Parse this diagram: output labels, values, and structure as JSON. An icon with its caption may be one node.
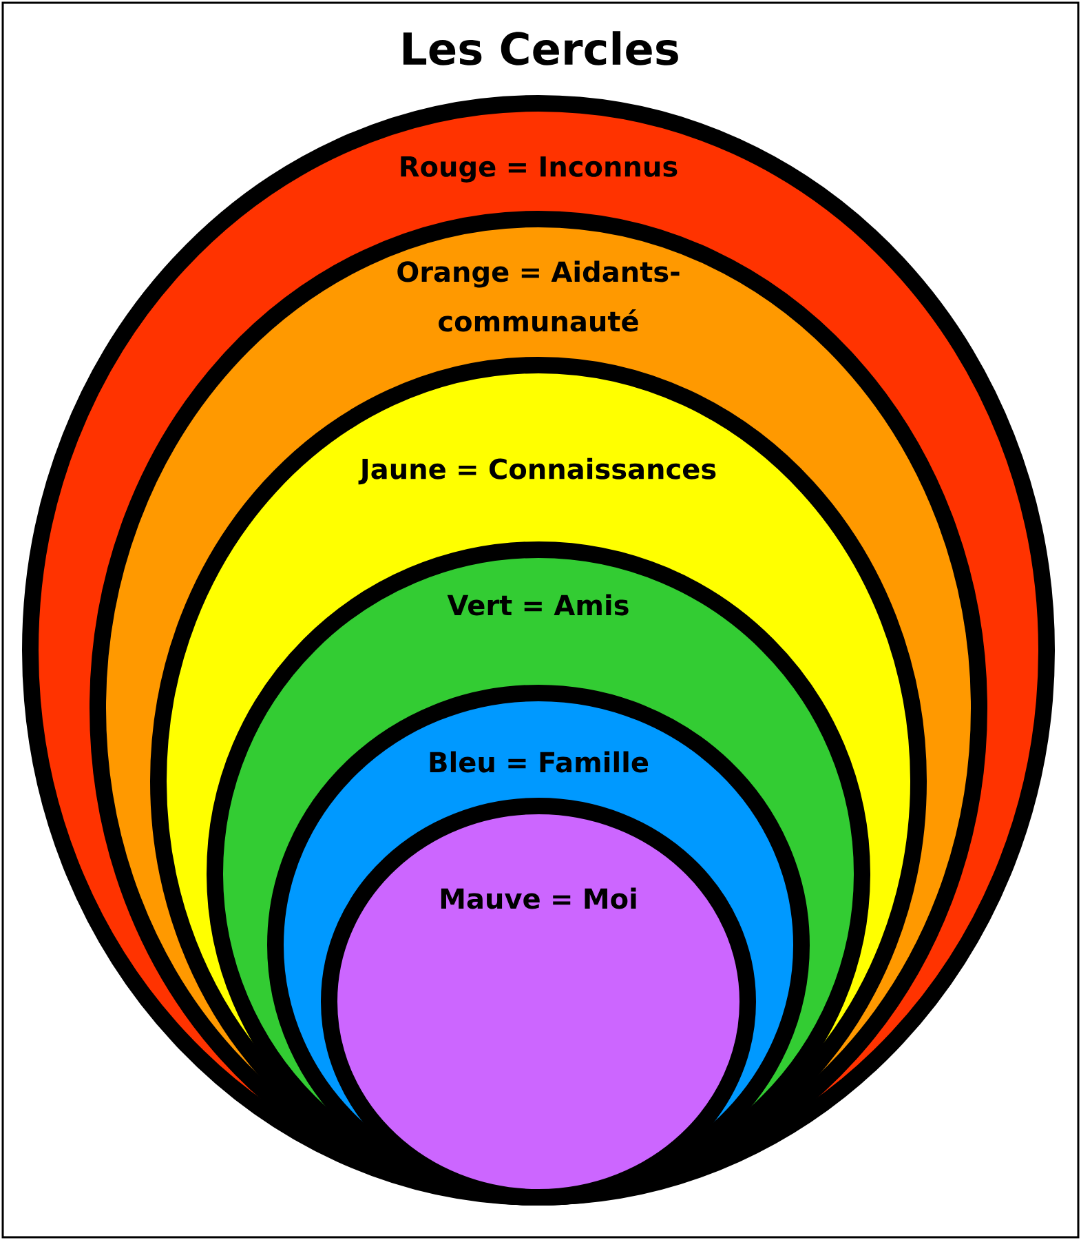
{
  "diagram": {
    "title": "Les Cercles",
    "nodes": [
      {
        "text": [
          "Rouge = Inconnus"
        ]
      },
      {
        "text": [
          "Orange = Aidants-communauté"
        ],
        "in": 0
      },
      {
        "text": [
          "Jaune = Connaissances"
        ],
        "in": 1
      },
      {
        "text": [
          "Vert = Amis"
        ],
        "in": 2
      },
      {
        "text": [
          "Bleu = Famille"
        ],
        "in": 3
      },
      {
        "text": [
          "Mauve = Moi"
        ],
        "in": 4
      }
    ]
  }
}
